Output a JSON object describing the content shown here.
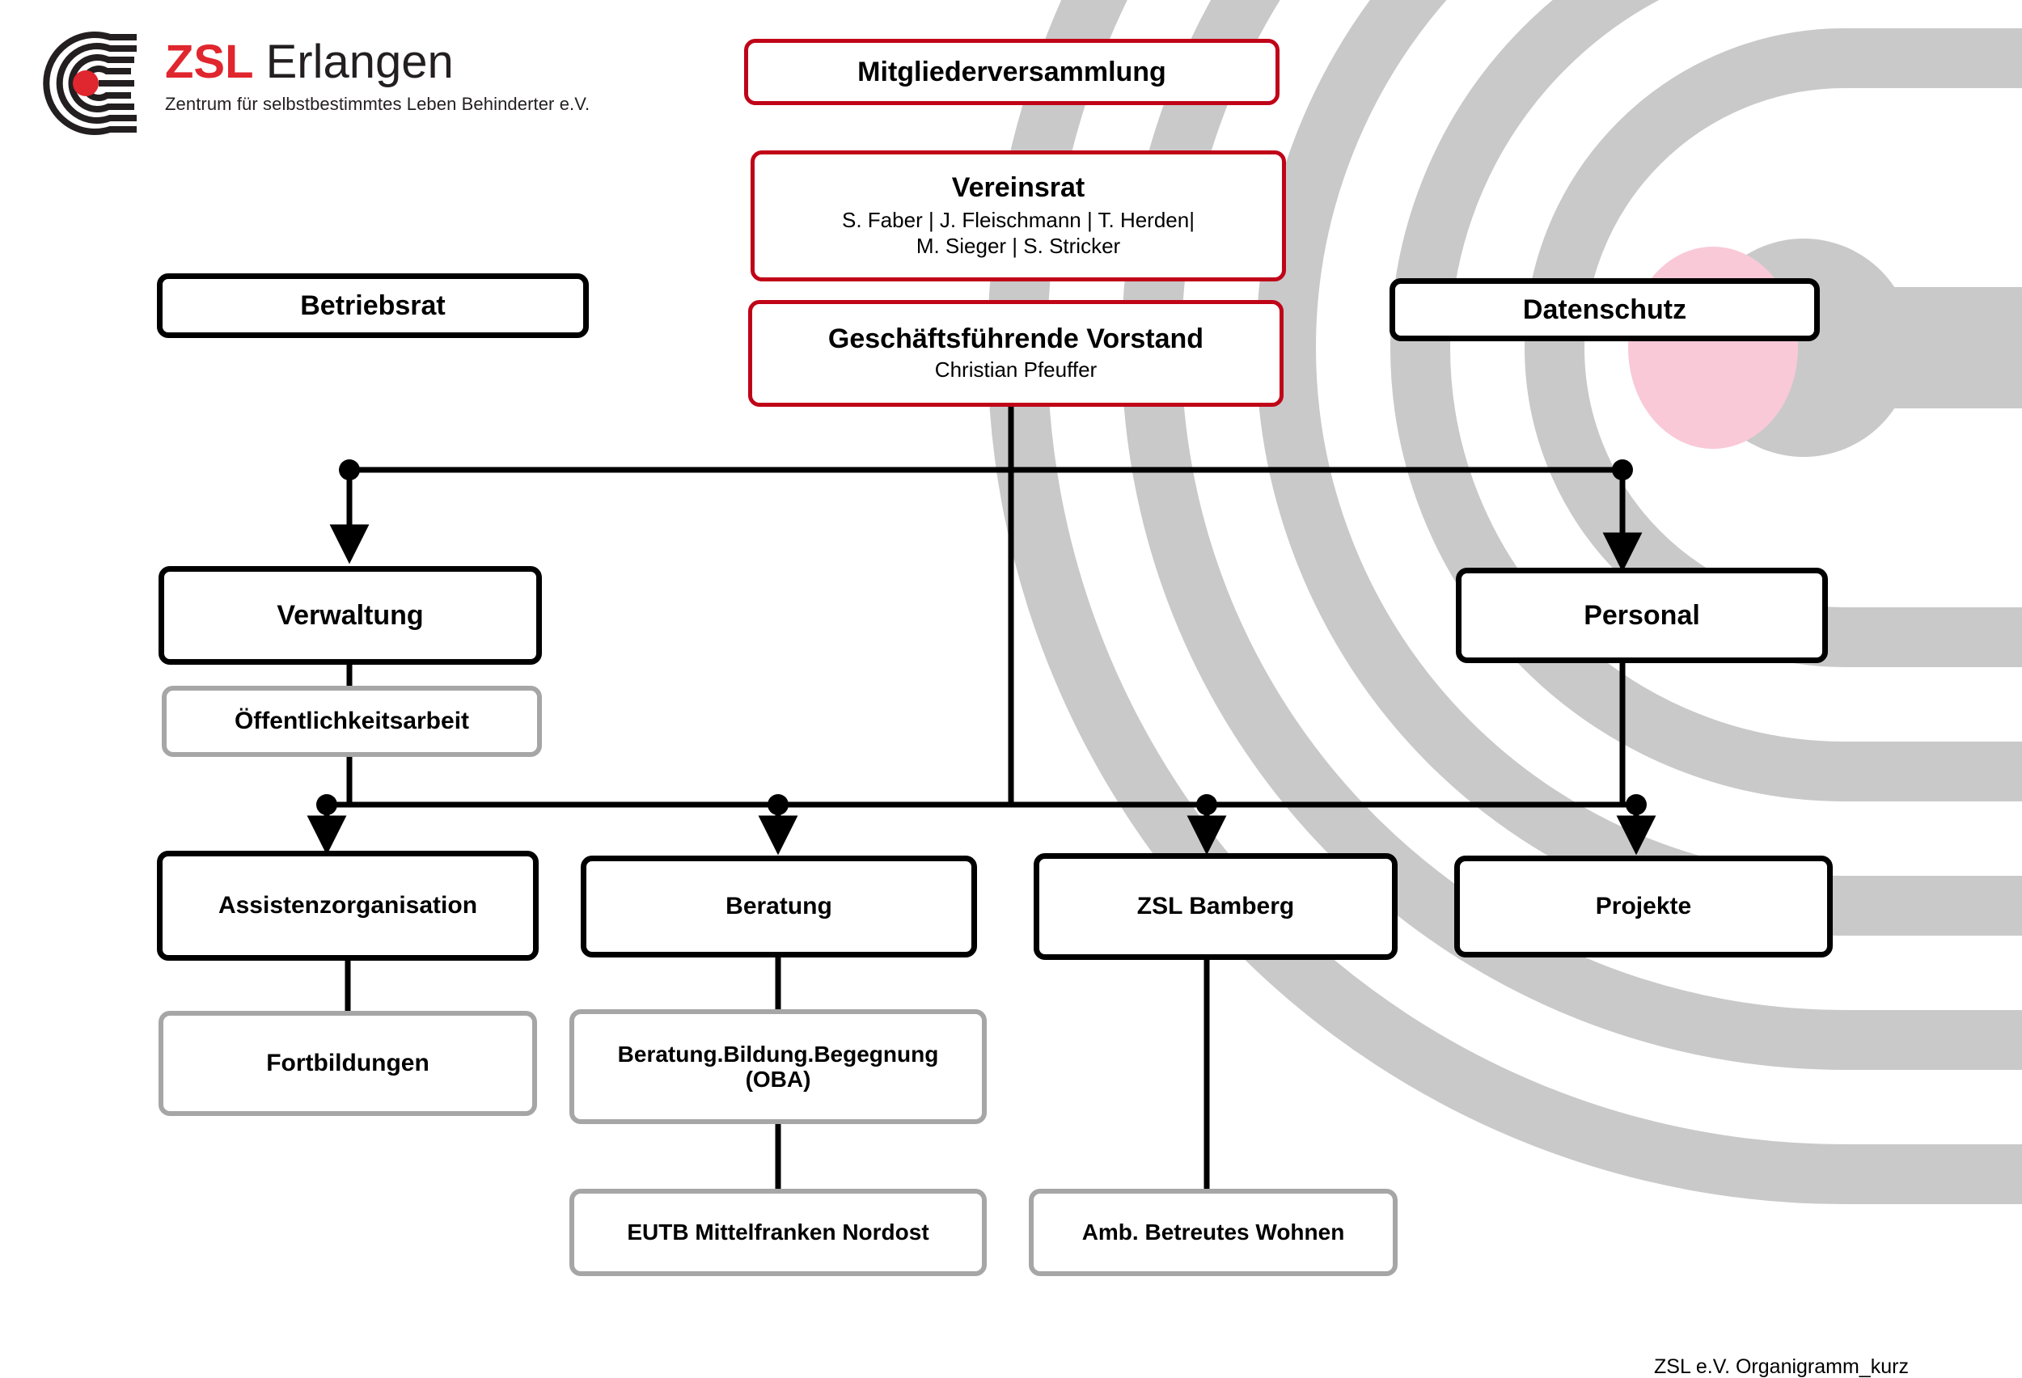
{
  "logo": {
    "mark_name": "zsl-concentric-arcs-logo",
    "word_primary": "ZSL",
    "word_secondary": "Erlangen",
    "tagline": "Zentrum für selbstbestimmtes Leben Behinderter e.V.",
    "primary_color": "#e0262e",
    "secondary_color": "#231f20"
  },
  "colors": {
    "governance_border": "#c00418",
    "unit_border": "#000000",
    "subunit_border": "#a6a6a6",
    "watermark_gray": "#c9c9c9",
    "watermark_pink": "#f9c9d8"
  },
  "chart_data": {
    "type": "diagram",
    "title": "ZSL e.V. Organigramm_kurz",
    "subtype": "organizational-chart",
    "nodes": [
      {
        "id": "mitgliederversammlung",
        "label": "Mitgliederversammlung",
        "sublabel": "",
        "level": 0,
        "style": "governance"
      },
      {
        "id": "vereinsrat",
        "label": "Vereinsrat",
        "sublabel": "S. Faber | J. Fleischmann | T. Herden|\nM. Sieger | S. Stricker",
        "level": 1,
        "style": "governance"
      },
      {
        "id": "geschaeftsfuehrende-vorstand",
        "label": "Geschäftsführende Vorstand",
        "sublabel": "Christian Pfeuffer",
        "level": 2,
        "style": "governance"
      },
      {
        "id": "betriebsrat",
        "label": "Betriebsrat",
        "sublabel": "",
        "level": 2,
        "style": "unit"
      },
      {
        "id": "datenschutz",
        "label": "Datenschutz",
        "sublabel": "",
        "level": 2,
        "style": "unit"
      },
      {
        "id": "verwaltung",
        "label": "Verwaltung",
        "sublabel": "",
        "level": 3,
        "style": "unit"
      },
      {
        "id": "personal",
        "label": "Personal",
        "sublabel": "",
        "level": 3,
        "style": "unit"
      },
      {
        "id": "oeffentlichkeitsarbeit",
        "label": "Öffentlichkeitsarbeit",
        "sublabel": "",
        "level": 4,
        "style": "subunit"
      },
      {
        "id": "assistenzorganisation",
        "label": "Assistenzorganisation",
        "sublabel": "",
        "level": 5,
        "style": "unit"
      },
      {
        "id": "beratung",
        "label": "Beratung",
        "sublabel": "",
        "level": 5,
        "style": "unit"
      },
      {
        "id": "zsl-bamberg",
        "label": "ZSL Bamberg",
        "sublabel": "",
        "level": 5,
        "style": "unit"
      },
      {
        "id": "projekte",
        "label": "Projekte",
        "sublabel": "",
        "level": 5,
        "style": "unit"
      },
      {
        "id": "fortbildungen",
        "label": "Fortbildungen",
        "sublabel": "",
        "level": 6,
        "style": "subunit"
      },
      {
        "id": "oba",
        "label": "Beratung.Bildung.Begegnung (OBA)",
        "sublabel": "",
        "level": 6,
        "style": "subunit"
      },
      {
        "id": "amb-betreutes-wohnen",
        "label": "Amb. Betreutes Wohnen",
        "sublabel": "",
        "level": 7,
        "style": "subunit"
      },
      {
        "id": "eutb",
        "label": "EUTB Mittelfranken Nordost",
        "sublabel": "",
        "level": 7,
        "style": "subunit"
      }
    ],
    "edges": [
      {
        "from": "geschaeftsfuehrende-vorstand",
        "to": "verwaltung"
      },
      {
        "from": "geschaeftsfuehrende-vorstand",
        "to": "personal"
      },
      {
        "from": "geschaeftsfuehrende-vorstand",
        "to": "assistenzorganisation"
      },
      {
        "from": "geschaeftsfuehrende-vorstand",
        "to": "beratung"
      },
      {
        "from": "geschaeftsfuehrende-vorstand",
        "to": "zsl-bamberg"
      },
      {
        "from": "geschaeftsfuehrende-vorstand",
        "to": "projekte"
      },
      {
        "from": "verwaltung",
        "to": "oeffentlichkeitsarbeit"
      },
      {
        "from": "assistenzorganisation",
        "to": "fortbildungen"
      },
      {
        "from": "beratung",
        "to": "oba"
      },
      {
        "from": "oba",
        "to": "eutb"
      },
      {
        "from": "zsl-bamberg",
        "to": "amb-betreutes-wohnen"
      }
    ]
  },
  "boxes": {
    "mitgliederversammlung": {
      "title": "Mitgliederversammlung"
    },
    "vereinsrat": {
      "title": "Vereinsrat",
      "line1": "S. Faber | J. Fleischmann | T. Herden|",
      "line2": "M. Sieger | S. Stricker"
    },
    "vorstand": {
      "title": "Geschäftsführende Vorstand",
      "sub": "Christian Pfeuffer"
    },
    "betriebsrat": {
      "title": "Betriebsrat"
    },
    "datenschutz": {
      "title": "Datenschutz"
    },
    "verwaltung": {
      "title": "Verwaltung"
    },
    "personal": {
      "title": "Personal"
    },
    "oeffentlichkeitsarbeit": {
      "title": "Öffentlichkeitsarbeit"
    },
    "assistenzorganisation": {
      "title": "Assistenzorganisation"
    },
    "beratung": {
      "title": "Beratung"
    },
    "zsl_bamberg": {
      "title": "ZSL Bamberg"
    },
    "projekte": {
      "title": "Projekte"
    },
    "fortbildungen": {
      "title": "Fortbildungen"
    },
    "oba": {
      "line1": "Beratung.Bildung.Begegnung",
      "line2": "(OBA)"
    },
    "eutb": {
      "title": "EUTB Mittelfranken Nordost"
    },
    "amb_betreutes_wohnen": {
      "title": "Amb. Betreutes Wohnen"
    }
  },
  "footer": {
    "document_label": "ZSL e.V. Organigramm_kurz"
  }
}
